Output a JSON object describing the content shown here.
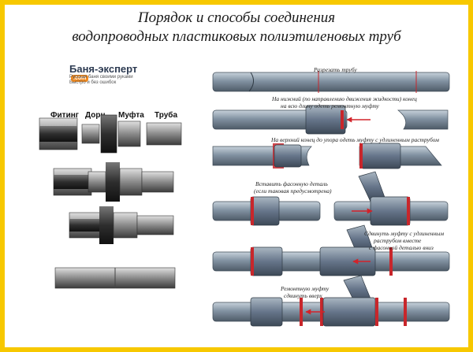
{
  "title": {
    "line1": "Порядок и способы соединения",
    "line2": "водопроводных пластиковых полиэтиленовых труб"
  },
  "logo": {
    "name": "Баня-эксперт",
    "badge": ".com",
    "tagline1": "Русская баня своими руками",
    "tagline2": "Быстро и без ошибок"
  },
  "parts": {
    "fitting": "Фитинг",
    "dorn": "Дорн",
    "coupling": "Муфта",
    "pipe": "Труба"
  },
  "steps": {
    "step1": "Разрезать трубу",
    "step2a": "На нижний (по направлению движения жидкости) конец",
    "step2b": "на всю длину одеть ремонтную муфту",
    "step3": "На верхний конец до упора одеть муфту с удлиненным раструбом",
    "step4a": "Вставить фасонную деталь",
    "step4b": "(если таковая предусмотрена)",
    "step5a": "Сдвинуть муфту с удлиненным",
    "step5b": "раструбом вместе",
    "step5c": "с фасонной деталью вниз",
    "step6a": "Ремонтную муфту",
    "step6b": "сдвинуть вверх"
  },
  "colors": {
    "frame": "#f7c800",
    "pipe": "#7d8d9c",
    "coupling": "#5f6e7c",
    "ring": "#c8262b",
    "arrow": "#d2232a",
    "metal_dark": "#3a3a3a"
  }
}
